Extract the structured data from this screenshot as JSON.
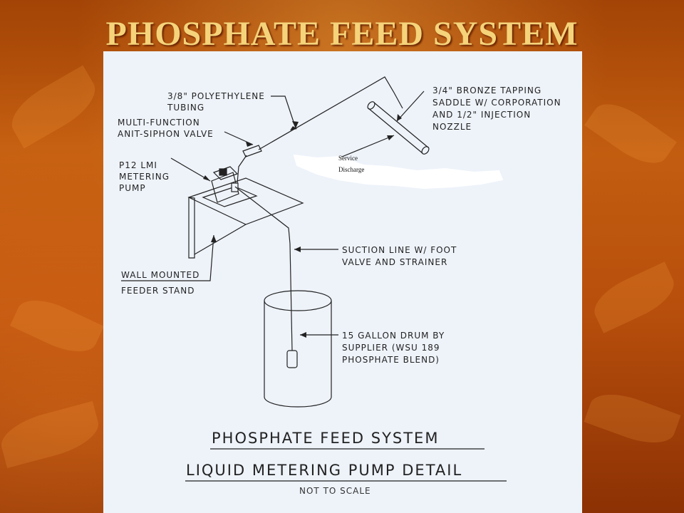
{
  "slide": {
    "title": "PHOSPHATE FEED SYSTEM"
  },
  "diagram": {
    "labels": {
      "tubing_line1": "3/8\" POLYETHYLENE",
      "tubing_line2": "TUBING",
      "valve_line1": "MULTI-FUNCTION",
      "valve_line2": "ANIT-SIPHON VALVE",
      "pump_line1": "P12 LMI",
      "pump_line2": "METERING",
      "pump_line3": "PUMP",
      "saddle_line1": "3/4\" BRONZE TAPPING",
      "saddle_line2": "SADDLE W/ CORPORATION",
      "saddle_line3": "AND 1/2\" INJECTION",
      "saddle_line4": "NOZZLE",
      "service": "Service",
      "discharge": "Discharge",
      "suction_line1": "SUCTION LINE W/ FOOT",
      "suction_line2": "VALVE AND STRAINER",
      "stand_line1": "WALL MOUNTED",
      "stand_line2": "FEEDER STAND",
      "drum_line1": "15 GALLON DRUM BY",
      "drum_line2": "SUPPLIER (WSU 189",
      "drum_line3": "PHOSPHATE BLEND)"
    },
    "caption": {
      "title": "PHOSPHATE FEED SYSTEM",
      "subtitle": "LIQUID METERING PUMP DETAIL",
      "scale_note": "NOT TO SCALE"
    }
  }
}
